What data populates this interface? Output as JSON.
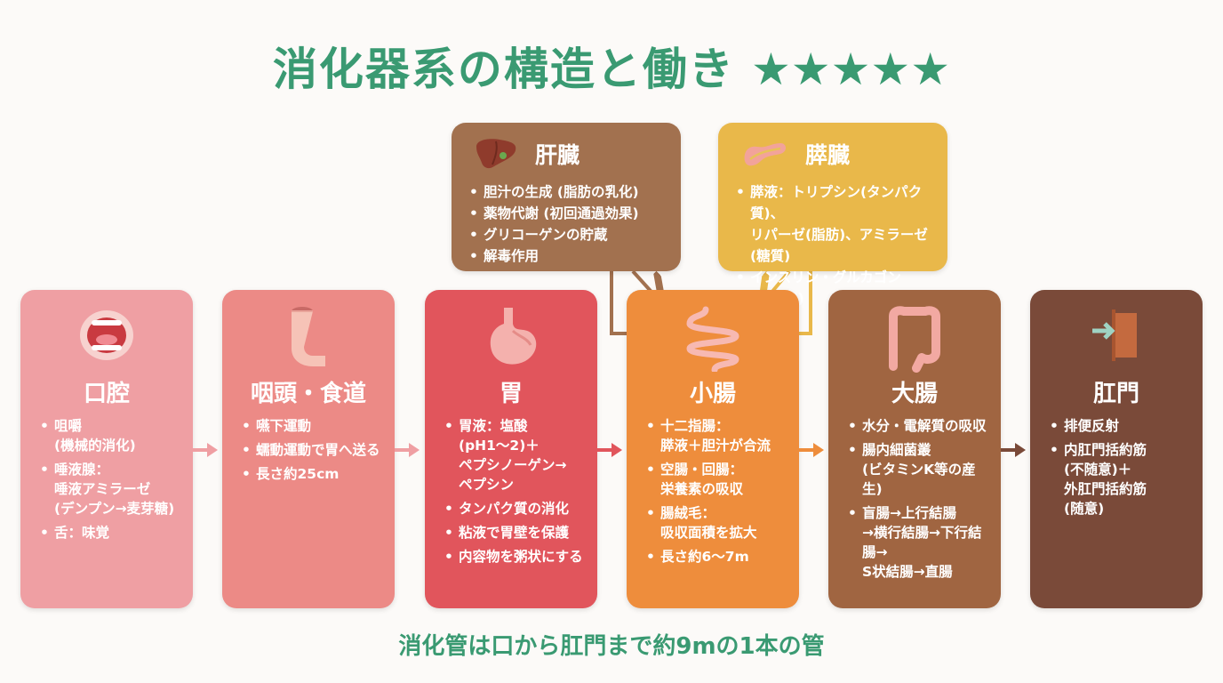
{
  "title": "消化器系の構造と働き",
  "rating_stars": "★★★★★",
  "organs": [
    {
      "name": "口腔",
      "icon": "mouth-icon",
      "color": "#ef9fa3",
      "items": [
        "咀嚼\n(機械的消化)",
        "唾液腺：\n唾液アミラーゼ\n(デンプン→麦芽糖)",
        "舌：味覚"
      ]
    },
    {
      "name": "咽頭・食道",
      "icon": "esophagus-icon",
      "color": "#ec8a86",
      "items": [
        "嚥下運動",
        "蠕動運動で胃へ送る",
        "長さ約25cm"
      ]
    },
    {
      "name": "胃",
      "icon": "stomach-icon",
      "color": "#e1555c",
      "items": [
        "胃液：塩酸\n(pH1〜2)＋\nペプシノーゲン→\nペプシン",
        "タンパク質の消化",
        "粘液で胃壁を保護",
        "内容物を粥状にする"
      ]
    },
    {
      "name": "小腸",
      "icon": "small-intestine-icon",
      "color": "#ee8d3c",
      "items": [
        "十二指腸：\n膵液＋胆汁が合流",
        "空腸・回腸：\n栄養素の吸収",
        "腸絨毛：\n吸収面積を拡大",
        "長さ約6〜7m"
      ]
    },
    {
      "name": "大腸",
      "icon": "large-intestine-icon",
      "color": "#a06541",
      "items": [
        "水分・電解質の吸収",
        "腸内細菌叢\n(ビタミンK等の産生)",
        "盲腸→上行結腸\n→横行結腸→下行結腸→\nS状結腸→直腸"
      ]
    },
    {
      "name": "肛門",
      "icon": "exit-door-icon",
      "color": "#7a4a39",
      "items": [
        "排便反射",
        "内肛門括約筋\n(不随意)＋\n外肛門括約筋\n(随意)"
      ]
    }
  ],
  "accessory": [
    {
      "name": "肝臓",
      "icon": "liver-icon",
      "color": "#a2714f",
      "items": [
        "胆汁の生成 (脂肪の乳化)",
        "薬物代謝 (初回通過効果)",
        "グリコーゲンの貯蔵",
        "解毒作用"
      ]
    },
    {
      "name": "膵臓",
      "icon": "pancreas-icon",
      "color": "#e9b84a",
      "items": [
        "膵液：トリプシン(タンパク質)、\nリパーゼ(脂肪)、アミラーゼ(糖質)",
        "インスリン・グルカゴン\n(内分泌)"
      ]
    }
  ],
  "footer": "消化管は口から肛門まで約9mの1本の管",
  "colors": {
    "title": "#3a9a72",
    "arrow_pink": "#ef9fa3",
    "arrow_red": "#e1555c",
    "arrow_orange": "#ee8d3c",
    "arrow_brown": "#7a4a39"
  }
}
